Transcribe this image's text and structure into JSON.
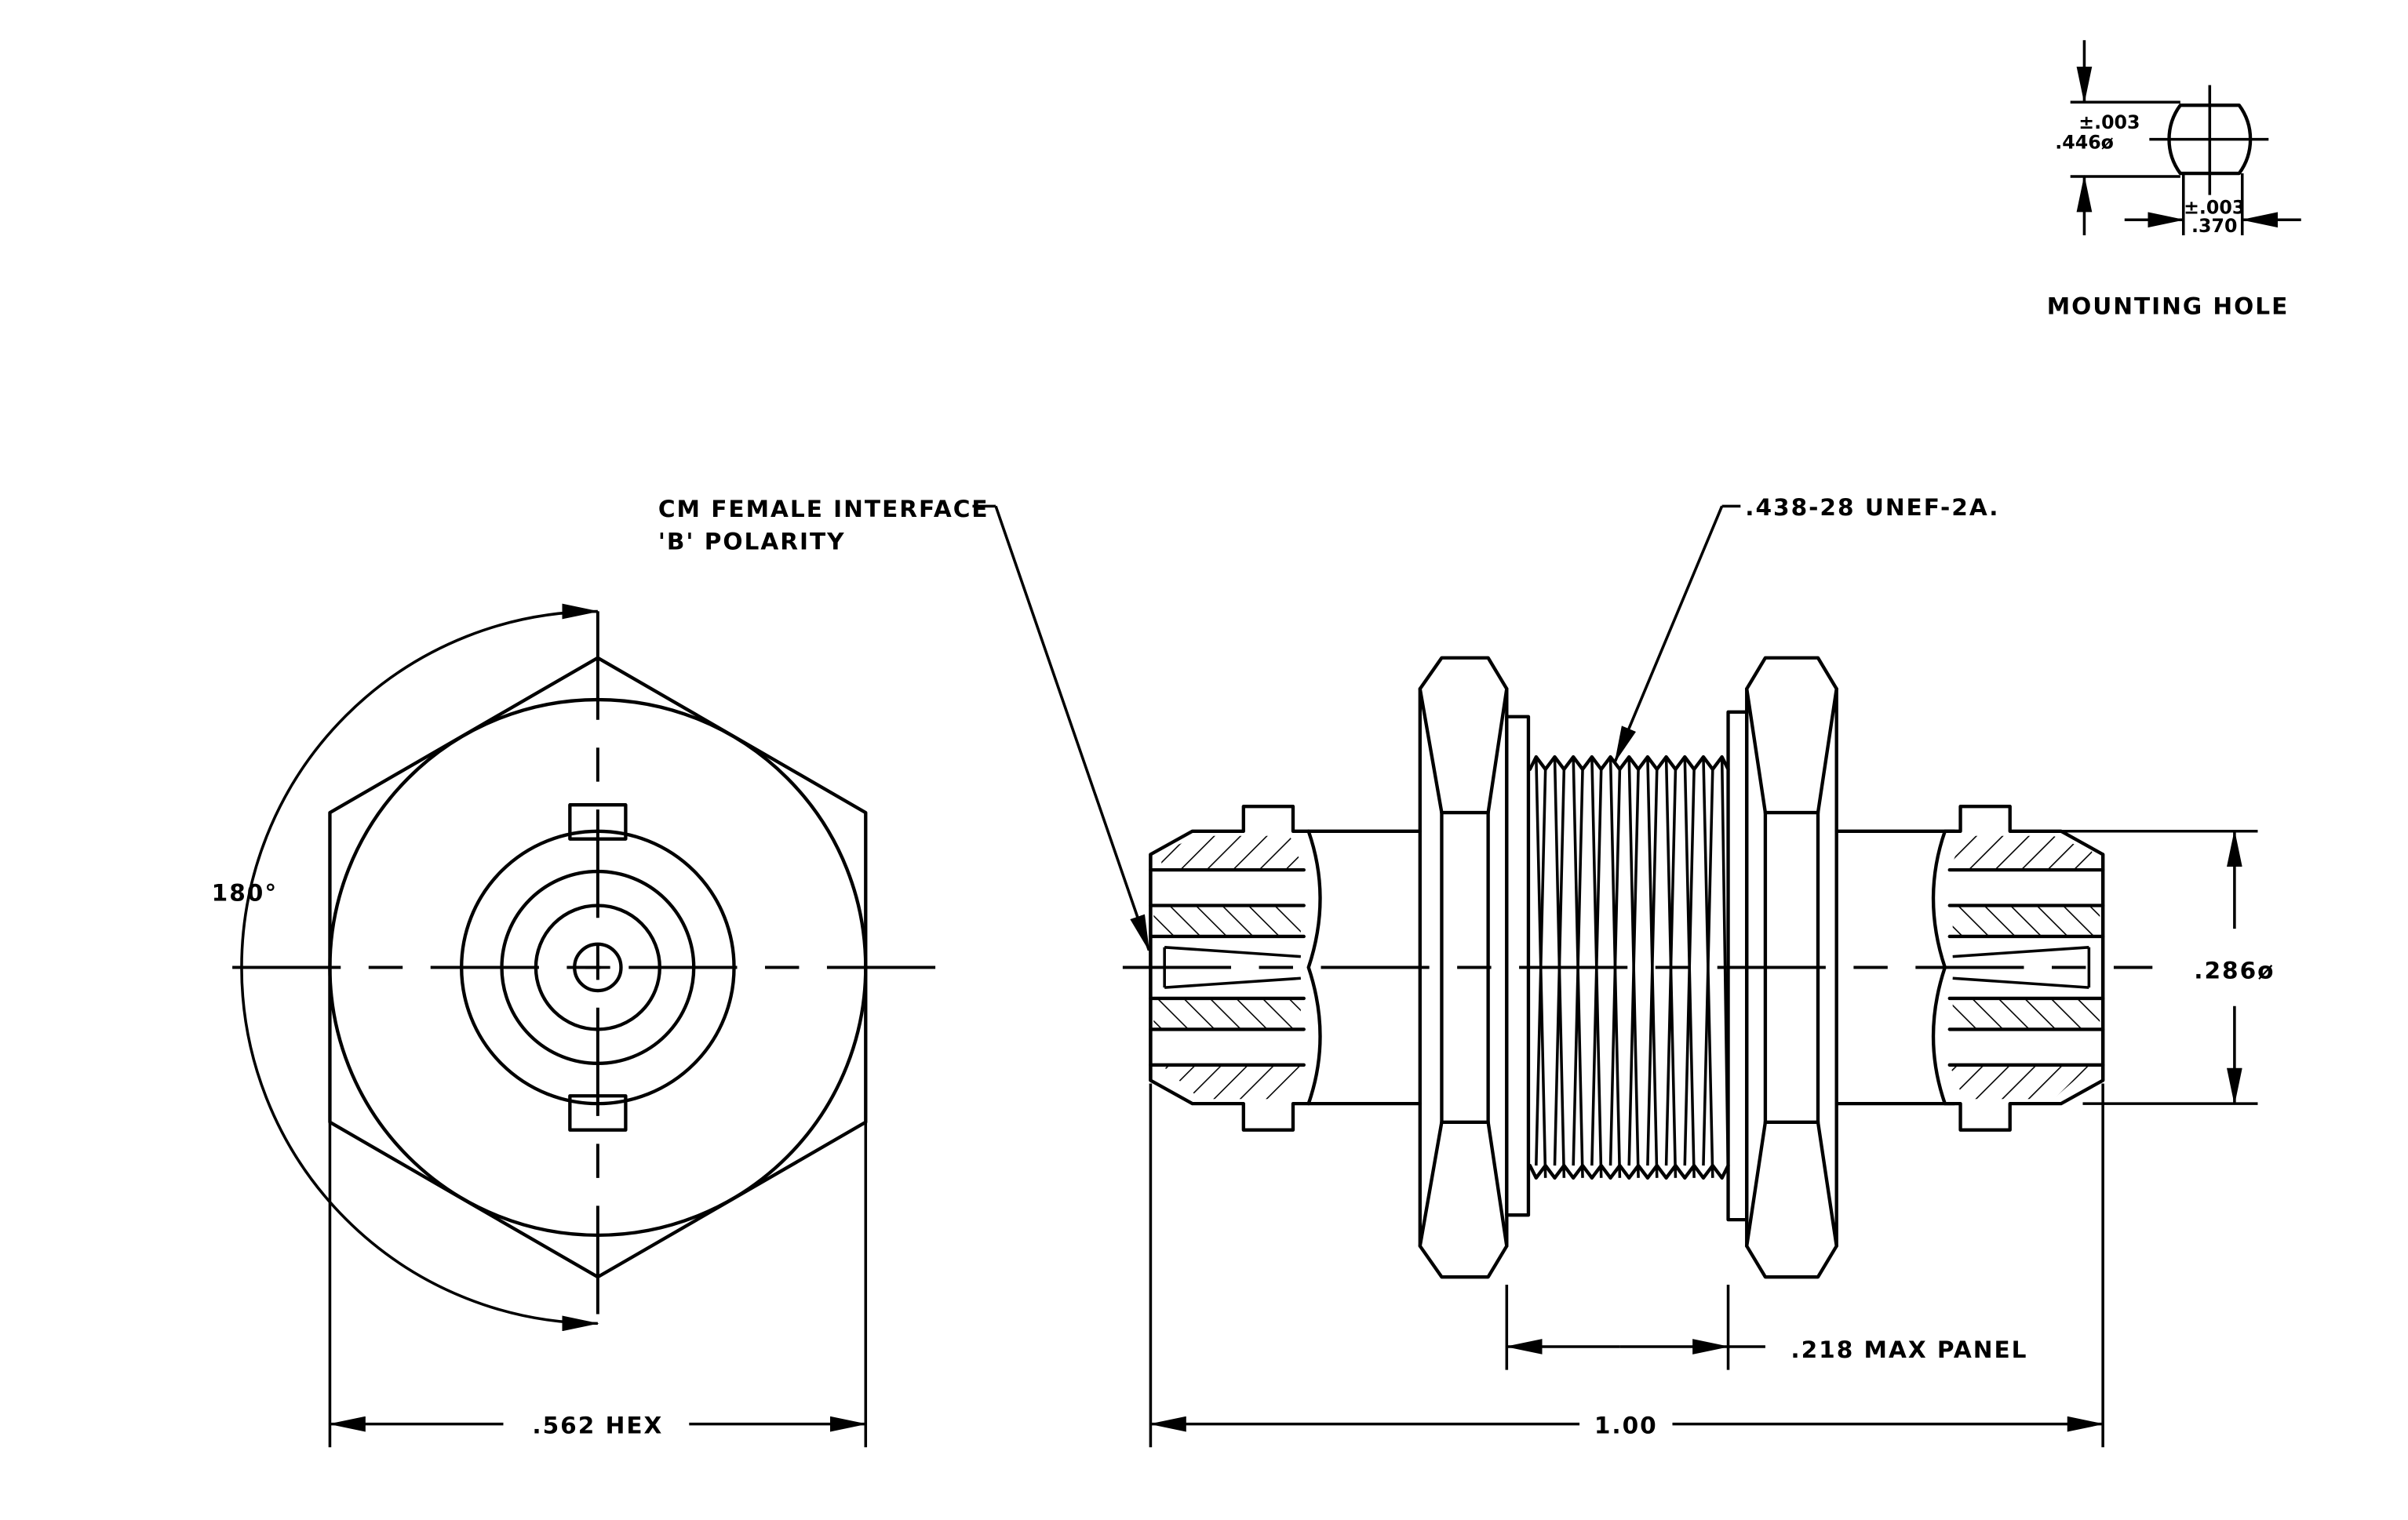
{
  "mounting_hole": {
    "title": "MOUNTING HOLE",
    "dia_tol": "±.003",
    "dia_value": ".446ø",
    "flat_tol": "±.003",
    "flat_value": ".370"
  },
  "callouts": {
    "interface_line1": "CM FEMALE INTERFACE",
    "interface_line2": "'B' POLARITY",
    "thread": ".438-28 UNEF-2A."
  },
  "dimensions": {
    "angle": "180°",
    "hex": ".562 HEX",
    "length": "1.00",
    "panel": ".218 MAX PANEL",
    "diameter": ".286ø"
  }
}
